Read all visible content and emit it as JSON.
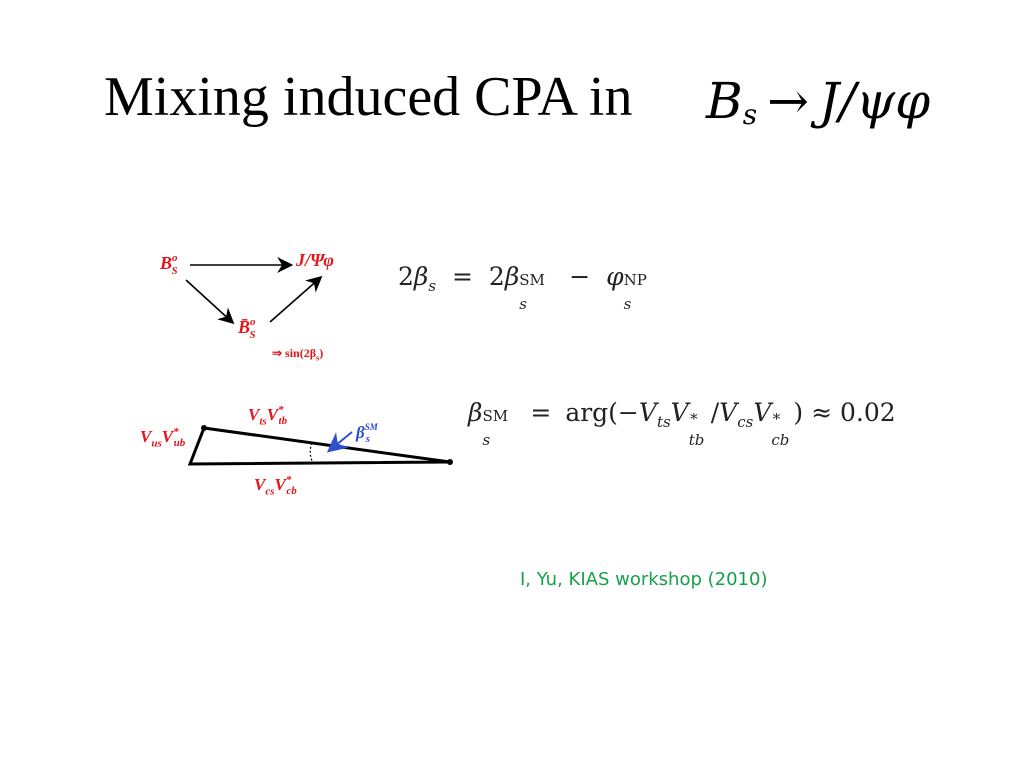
{
  "slide": {
    "title": "Mixing induced CPA in",
    "title_math": {
      "B": "B",
      "B_sub": "s",
      "arrow": "→",
      "final": "J/ψφ"
    },
    "diagram1": {
      "bs0": "B",
      "bs0_sup": "o",
      "bs0_sub": "S",
      "jpsiphi": "J/Ψφ",
      "bsbar": "B̄",
      "bsbar_sup": "o",
      "bsbar_sub": "S",
      "sin_label": "⇒ sin(2β",
      "sin_sub": "s",
      "sin_close": ")"
    },
    "eq1": {
      "lhs_coef": "2",
      "beta": "β",
      "beta_sub": "s",
      "equals": "=",
      "rhs_coef": "2",
      "sm_sup": "SM",
      "minus": "−",
      "phi": "φ",
      "phi_sub": "s",
      "np_sup": "NP"
    },
    "triangle": {
      "left_label_1": "V",
      "left_label_1_sub": "us",
      "left_label_2": "V",
      "left_label_2_sup": "*",
      "left_label_2_sub": "ub",
      "top_label_1": "V",
      "top_label_1_sub": "ts",
      "top_label_2": "V",
      "top_label_2_sup": "*",
      "top_label_2_sub": "tb",
      "bottom_label_1": "V",
      "bottom_label_1_sub": "cs",
      "bottom_label_2": "V",
      "bottom_label_2_sup": "*",
      "bottom_label_2_sub": "cb",
      "angle_label": "β",
      "angle_sup": "SM",
      "angle_sub": "s"
    },
    "eq2": {
      "beta": "β",
      "beta_sub": "s",
      "beta_sup": "SM",
      "equals": "=",
      "arg": "arg(−",
      "V1": "V",
      "V1_sub": "ts",
      "V2": "V",
      "V2_sup": "∗",
      "V2_sub": "tb",
      "slash": "/",
      "V3": "V",
      "V3_sub": "cs",
      "V4": "V",
      "V4_sup": "∗",
      "V4_sub": "cb",
      "approx": ") ≈ 0.02"
    },
    "citation": "I, Yu, KIAS workshop (2010)",
    "colors": {
      "red_labels": "#e4141a",
      "blue_arrow": "#2d4fd0",
      "citation": "#16a04a"
    }
  }
}
